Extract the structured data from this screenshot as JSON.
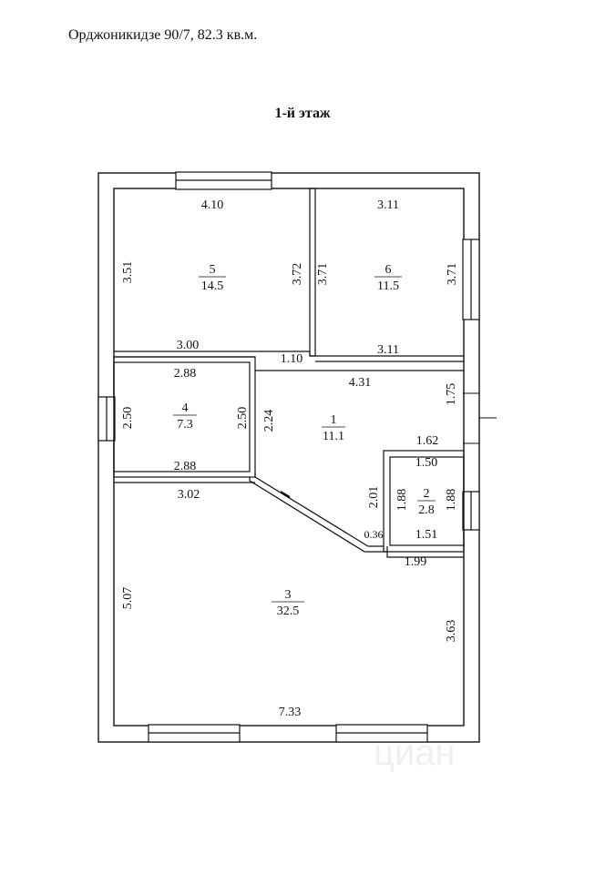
{
  "header": {
    "title": "Орджоникидзе 90/7, 82.3 кв.м.",
    "floor_label": "1-й  этаж"
  },
  "rooms": {
    "r5": {
      "number": "5",
      "area": "14.5"
    },
    "r6": {
      "number": "6",
      "area": "11.5"
    },
    "r4": {
      "number": "4",
      "area": "7.3"
    },
    "r1": {
      "number": "1",
      "area": "11.1"
    },
    "r2": {
      "number": "2",
      "area": "2.8"
    },
    "r3": {
      "number": "3",
      "area": "32.5"
    }
  },
  "dims": {
    "r5_top": "4.10",
    "r5_left": "3.51",
    "r5_right": "3.72",
    "r5_bottom": "3.00",
    "r6_top": "3.11",
    "r6_left": "3.71",
    "r6_right": "3.71",
    "r6_bottom": "3.11",
    "passage": "1.10",
    "r4_top": "2.88",
    "r4_left": "2.50",
    "r4_right": "2.50",
    "r4_bottom": "2.88",
    "r1_top": "4.31",
    "r1_right": "1.75",
    "r1_left": "2.24",
    "r1_mid": "1.62",
    "r1_bath_side": "2.01",
    "r2_top": "1.50",
    "r2_left": "1.88",
    "r2_right": "1.88",
    "r2_bottom": "1.51",
    "diag": "0.36",
    "r3_top": "3.02",
    "r3_step": "1.99",
    "r3_left": "5.07",
    "r3_right": "3.63",
    "r3_bottom": "7.33"
  },
  "watermark": "циан"
}
